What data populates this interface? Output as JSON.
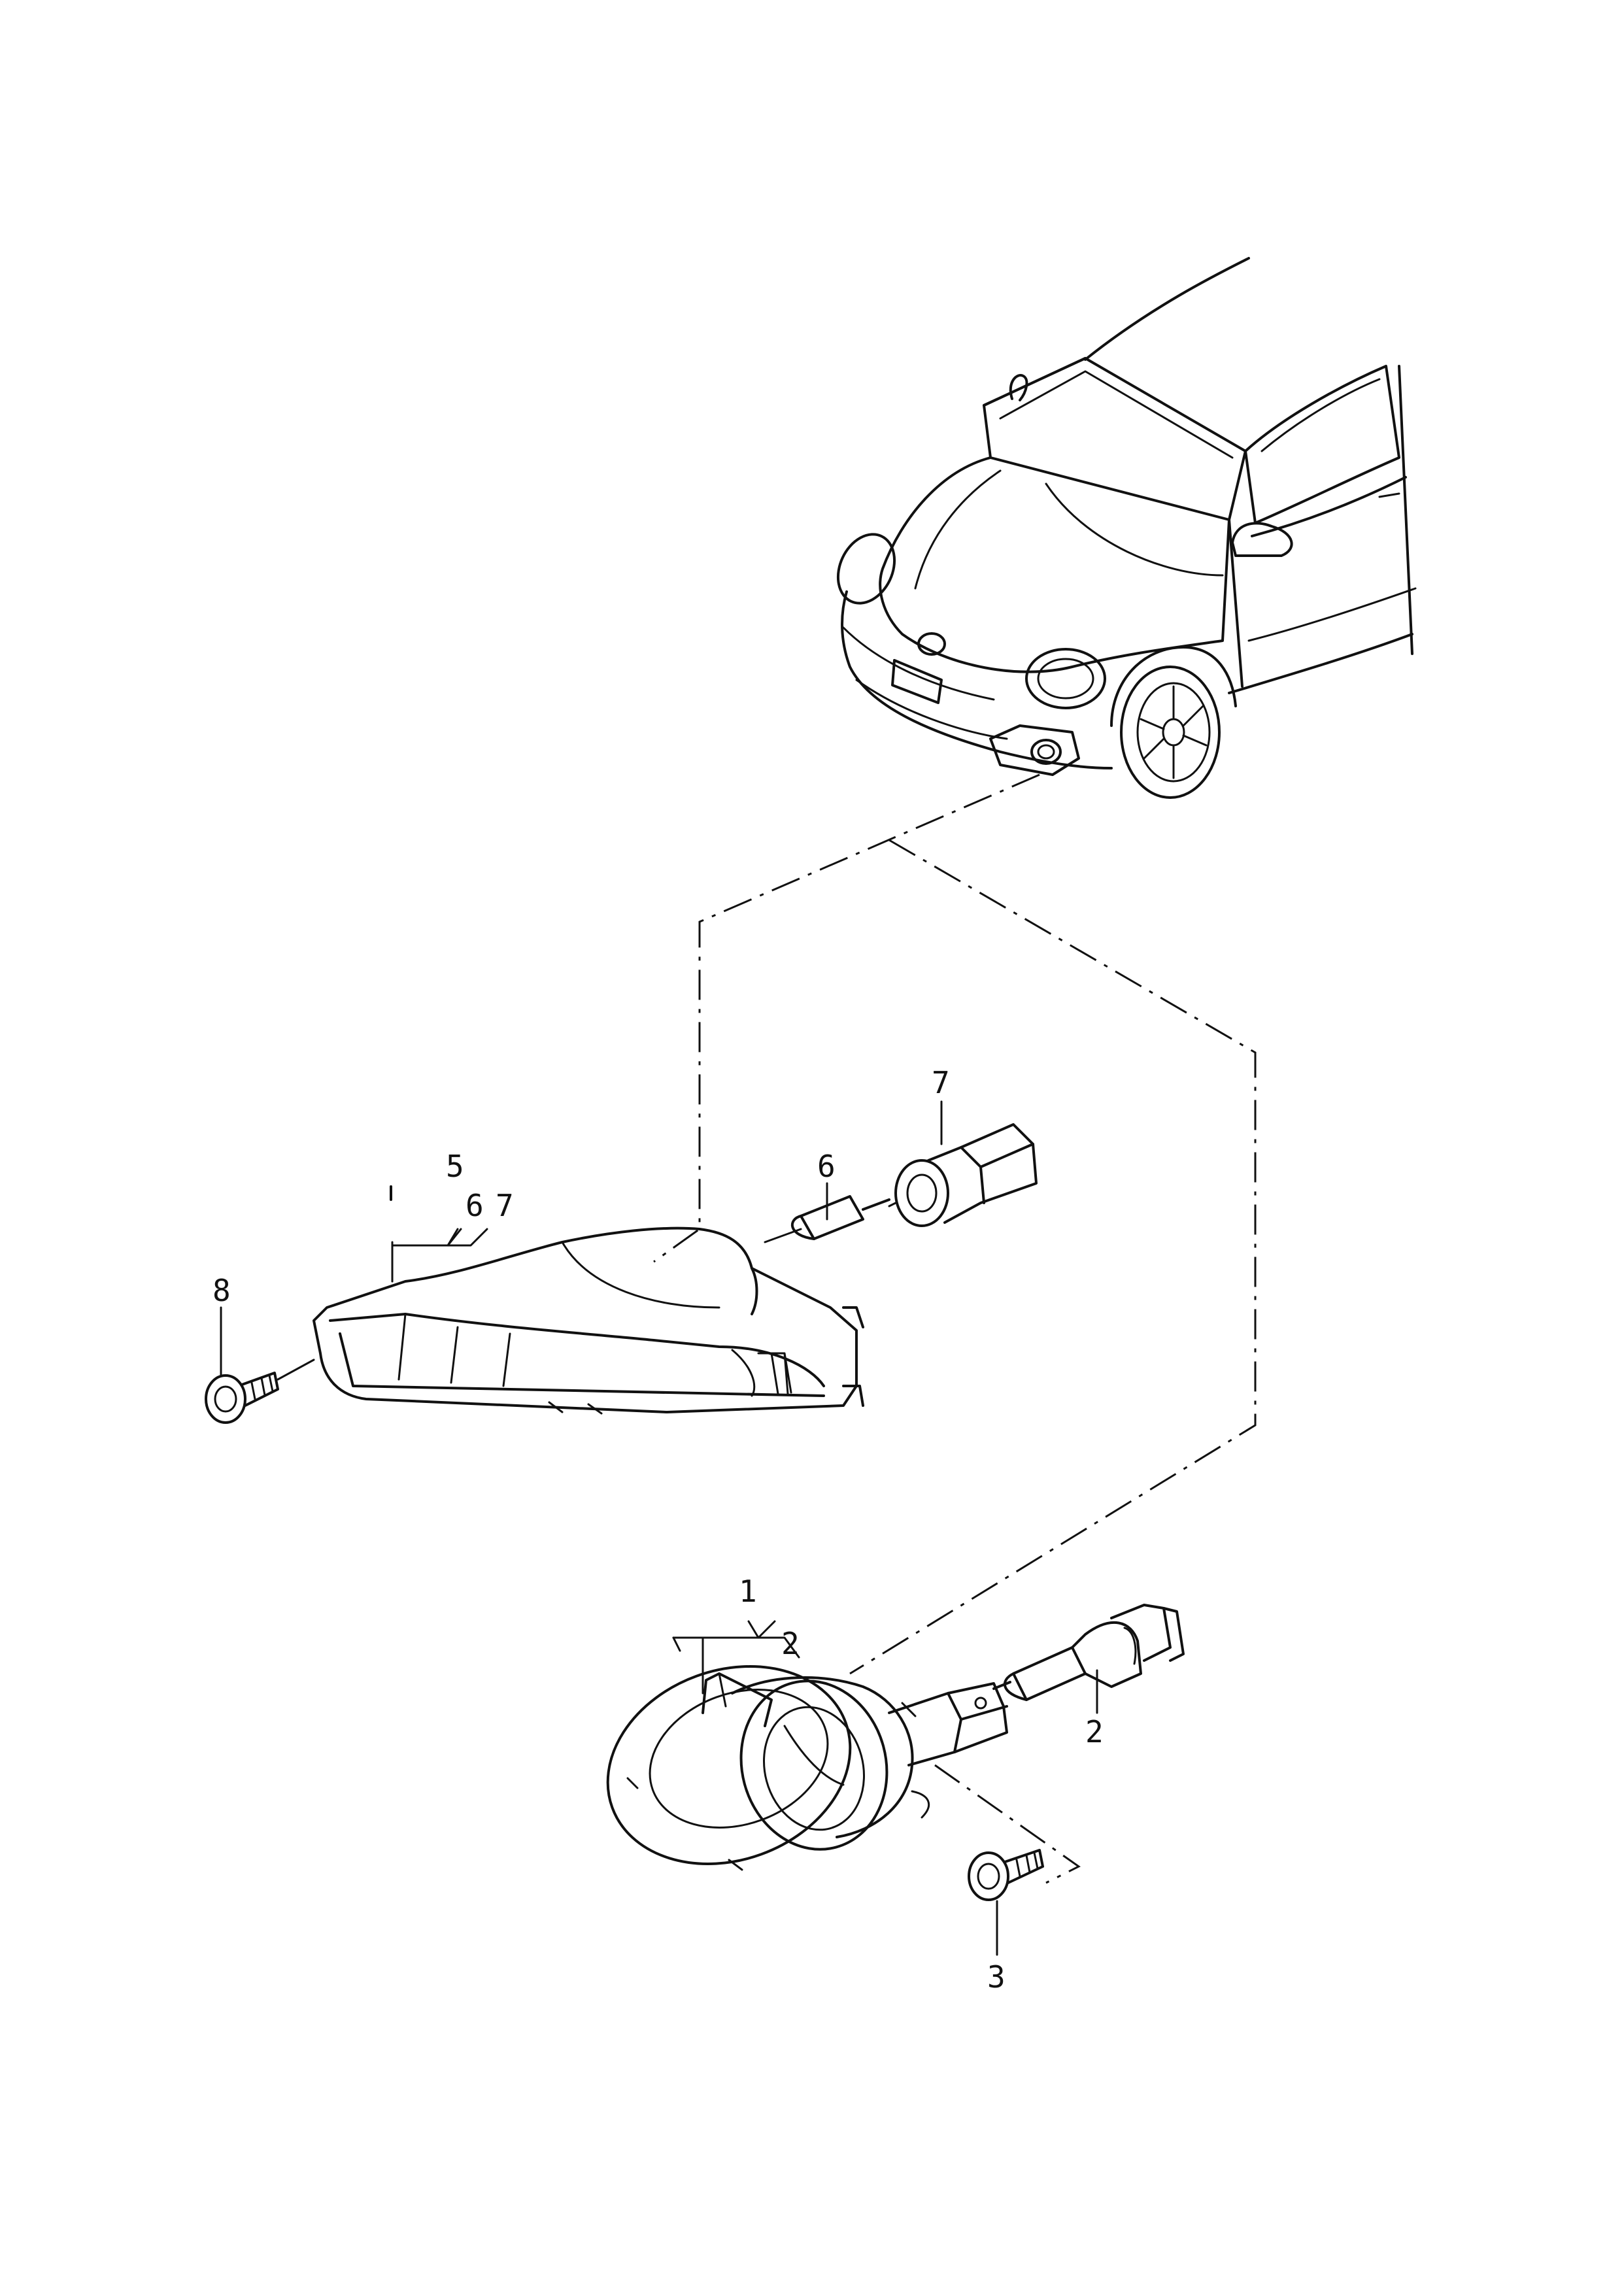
{
  "labels": {
    "group_lamp": "5",
    "group_lamp_sub_6": "6",
    "group_lamp_sub_7": "7",
    "bulb": "6",
    "socket": "7",
    "screw_left": "8",
    "group_fog": "1",
    "group_fog_sub_2": "2",
    "fog_bulb": "2",
    "screw_fog": "3"
  }
}
